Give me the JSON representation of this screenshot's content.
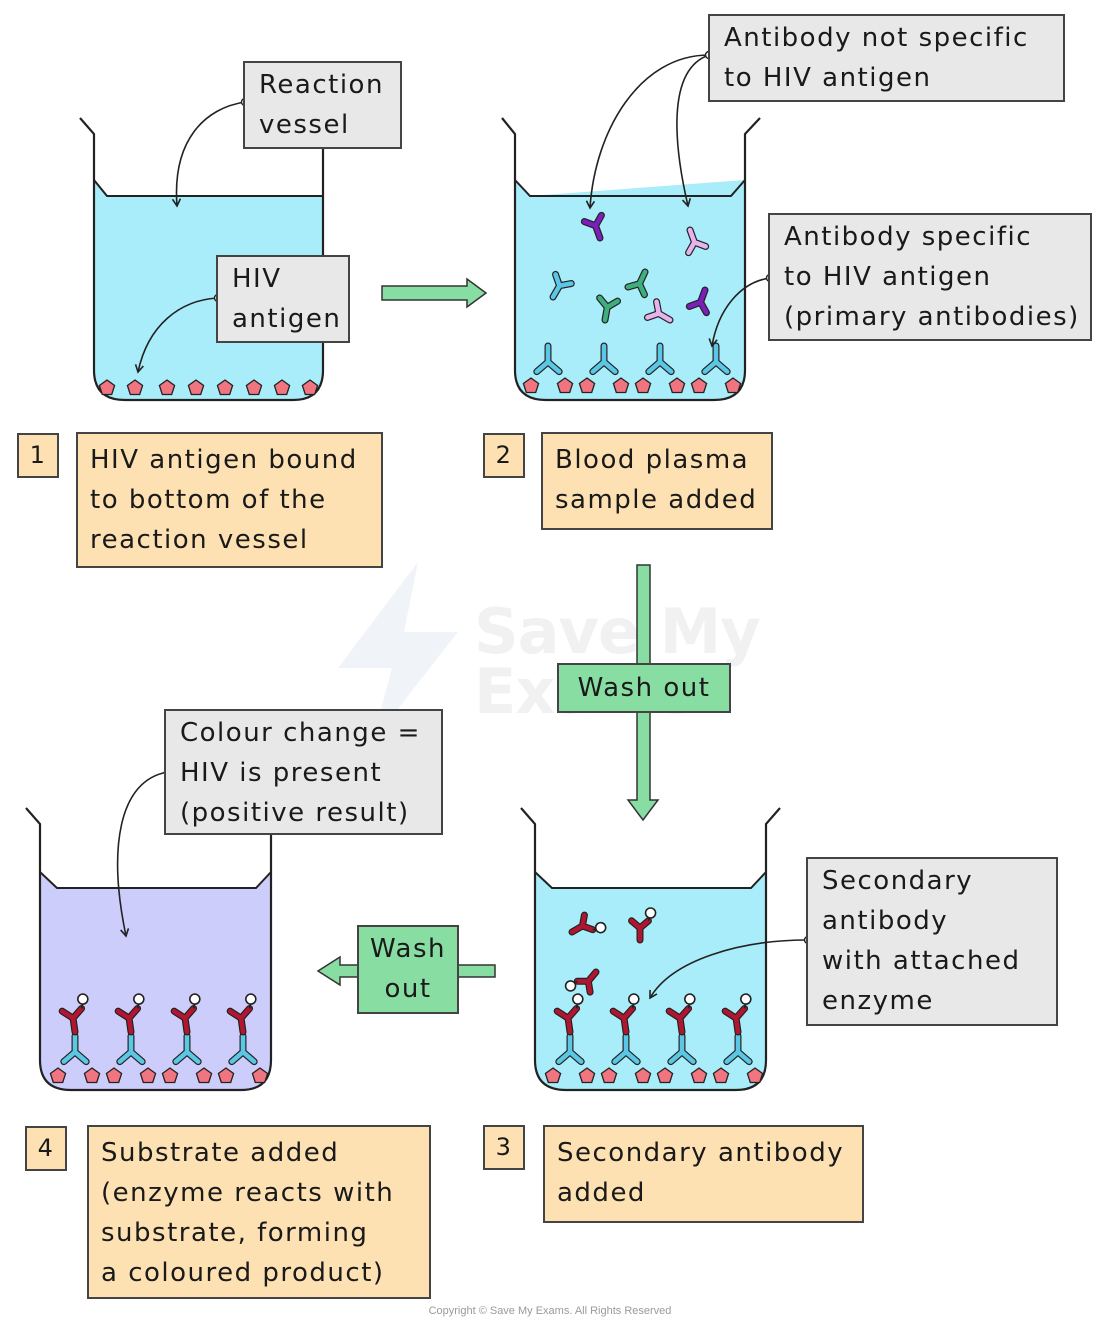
{
  "labels": {
    "reaction_vessel": "Reaction\nvessel",
    "hiv_antigen": "HIV\nantigen",
    "antibody_not_specific": "Antibody not specific\nto HIV antigen",
    "antibody_specific": "Antibody specific\nto HIV antigen\n(primary antibodies)",
    "secondary_antibody": "Secondary\nantibody\nwith attached\nenzyme",
    "colour_change": "Colour change =\nHIV is present\n(positive result)"
  },
  "steps": [
    {
      "number": "1",
      "text": "HIV antigen bound\nto bottom of the\nreaction vessel"
    },
    {
      "number": "2",
      "text": "Blood plasma\nsample added"
    },
    {
      "number": "3",
      "text": "Secondary antibody\nadded"
    },
    {
      "number": "4",
      "text": "Substrate added\n(enzyme reacts with\nsubstrate, forming\na coloured product)"
    }
  ],
  "arrows": {
    "wash_out_down": "Wash out",
    "wash_out_left": "Wash\nout"
  },
  "watermark": {
    "line1": "Save My",
    "line2": "Exams"
  },
  "copyright": "Copyright © Save My Exams. All Rights Reserved",
  "colors": {
    "liquid": "#a9edfa",
    "liquid_purple": "#cdcdfb",
    "antigen": "#f07581",
    "antibody_primary": "#5bc7e4",
    "antibody_secondary": "#b0162f",
    "antibody_purple": "#7b1fb8",
    "antibody_lilac": "#e6b3ec",
    "antibody_green": "#3fae7d",
    "label_bg": "#e8e8e8",
    "step_bg": "#fde1b2",
    "arrow_green": "#88dda3"
  }
}
